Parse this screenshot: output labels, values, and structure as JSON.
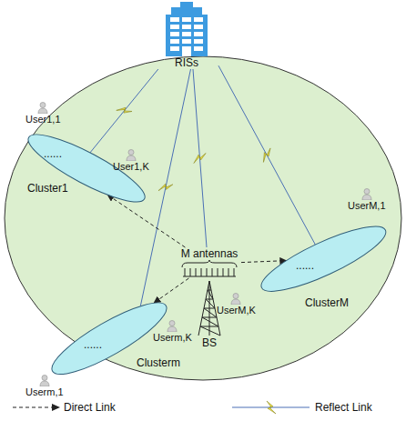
{
  "diagram": {
    "nodes": [
      {
        "text": [
          "RISs"
        ]
      },
      {
        "text": [
          "Cluster1"
        ]
      },
      {
        "text": [
          "User1,1"
        ],
        "in": 1
      },
      {
        "text": [
          "User1,K"
        ],
        "in": 1
      },
      {
        "text": [
          "M antennas"
        ]
      },
      {
        "text": [
          "BS"
        ]
      },
      {
        "text": [
          "ClusterM"
        ]
      },
      {
        "text": [
          "UserM,1"
        ],
        "in": 6
      },
      {
        "text": [
          "UserM,K"
        ],
        "in": 6
      },
      {
        "text": [
          "Clusterm"
        ]
      },
      {
        "text": [
          "Userm,K"
        ],
        "in": 9
      },
      {
        "text": [
          "Userm,1"
        ],
        "in": 9
      }
    ],
    "edges": [
      {
        "from": 0,
        "to": 1,
        "arrow": "none"
      },
      {
        "from": 0,
        "to": 9,
        "arrow": "none"
      },
      {
        "from": 0,
        "to": 4,
        "arrow": "none"
      },
      {
        "from": 0,
        "to": 6,
        "arrow": "none"
      },
      {
        "from": 4,
        "to": 1,
        "arrow": "to"
      },
      {
        "from": 4,
        "to": 6,
        "arrow": "to"
      },
      {
        "from": 4,
        "to": 9,
        "arrow": "to"
      }
    ],
    "labels": [
      "......",
      "......",
      "......"
    ],
    "legend": [
      {
        "text": "Direct Link"
      },
      {
        "text": "Reflect Link"
      }
    ]
  }
}
